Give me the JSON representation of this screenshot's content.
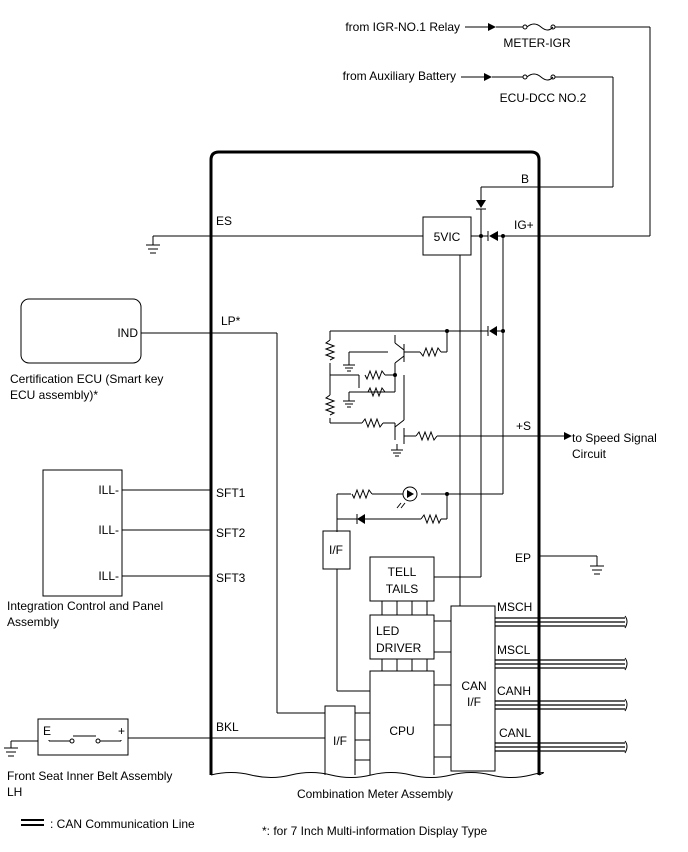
{
  "sources": {
    "igr": "from IGR-NO.1 Relay",
    "aux": "from Auxiliary Battery"
  },
  "fuses": {
    "meter_igr": "METER-IGR",
    "ecu_dcc": "ECU-DCC NO.2"
  },
  "pins": {
    "b": "B",
    "ig_plus": "IG+",
    "es": "ES",
    "lp": "LP*",
    "plus_s": "+S",
    "sft1": "SFT1",
    "sft2": "SFT2",
    "sft3": "SFT3",
    "ep": "EP",
    "msch": "MSCH",
    "mscl": "MSCL",
    "canh": "CANH",
    "canl": "CANL",
    "bkl": "BKL",
    "ind": "IND",
    "ill1": "ILL-",
    "ill2": "ILL-",
    "ill3": "ILL-",
    "e": "E",
    "plus": "+"
  },
  "blocks": {
    "vic": "5VIC",
    "tell_1": "TELL",
    "tell_2": "TAILS",
    "led_1": "LED",
    "led_2": "DRIVER",
    "cpu": "CPU",
    "can_1": "CAN",
    "can_2": "I/F",
    "if_upper": "I/F",
    "if_lower": "I/F"
  },
  "components": {
    "cert_1": "Certification ECU (Smart key",
    "cert_2": "ECU assembly)*",
    "icp_1": "Integration Control and Panel",
    "icp_2": "Assembly",
    "belt_1": "Front Seat Inner Belt Assembly",
    "belt_2": "LH",
    "meter": "Combination Meter Assembly",
    "speed_1": "to Speed Signal",
    "speed_2": "Circuit"
  },
  "legend": {
    "can_line": ": CAN Communication Line",
    "footnote": "*: for 7 Inch Multi-information Display Type"
  }
}
